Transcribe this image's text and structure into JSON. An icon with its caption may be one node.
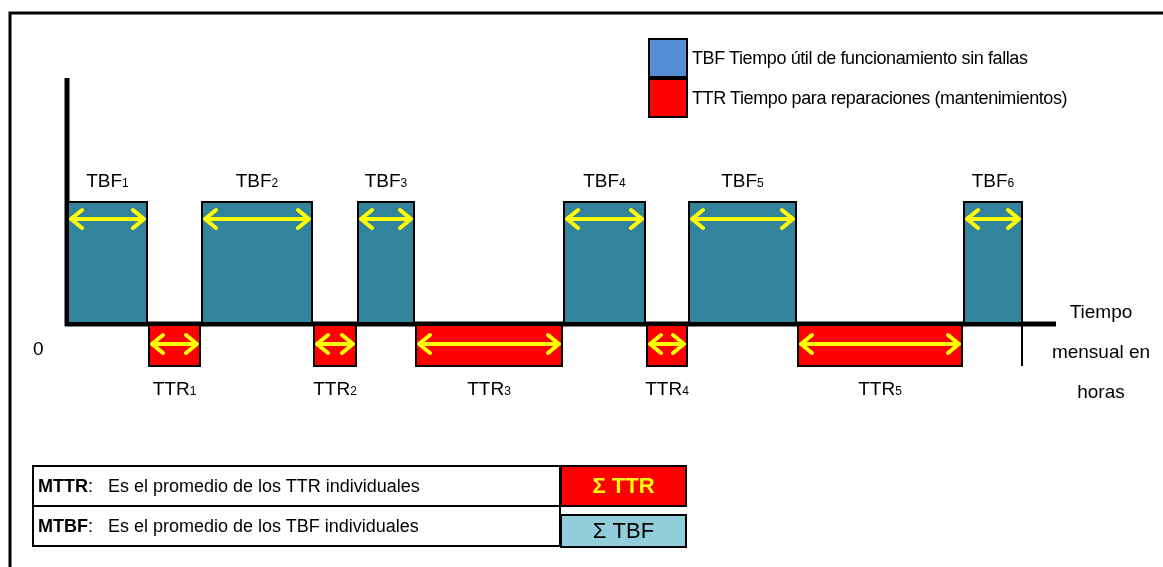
{
  "diagram": {
    "nodes": [
      {
        "text": [
          "TBF$_{1}$"
        ]
      },
      {
        "text": [
          "TTR$_{1}$"
        ]
      },
      {
        "text": [
          "TBF$_{2}$"
        ]
      },
      {
        "text": [
          "TTR$_{2}$"
        ]
      },
      {
        "text": [
          "TBF$_{3}$"
        ]
      },
      {
        "text": [
          "TTR$_{3}$"
        ]
      },
      {
        "text": [
          "TBF$_{4}$"
        ]
      },
      {
        "text": [
          "TTR$_{4}$"
        ]
      },
      {
        "text": [
          "TBF$_{5}$"
        ]
      },
      {
        "text": [
          "TTR$_{5}$"
        ]
      },
      {
        "text": [
          "TBF$_{6}$"
        ]
      }
    ],
    "edges": [],
    "labels": [
      "0",
      "Tiempo mensual en horas",
      "**MTTR**:   Es el promedio de los TTR individuales",
      "Σ TTR",
      "**MTBF**:   Es el promedio de los TBF individuales",
      "Σ TBF"
    ],
    "legend": [
      {
        "text": "TBF Tiempo útil de funcionamiento sin fallas",
        "color": "#558ed5"
      },
      {
        "text": "TTR Tiempo para reparaciones (mantenimientos)",
        "color": "#ff0000"
      }
    ]
  }
}
